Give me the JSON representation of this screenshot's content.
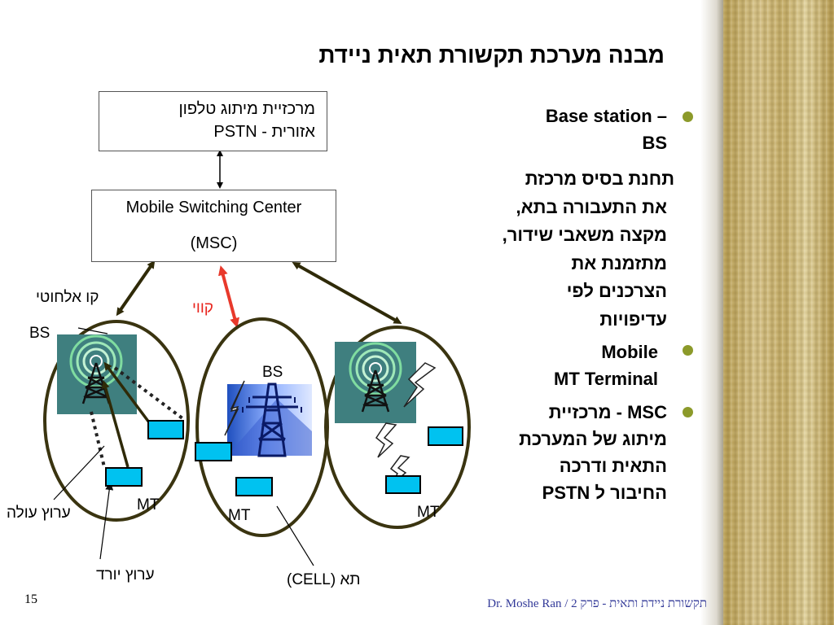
{
  "title": "מבנה מערכת תקשורת תאית ניידת",
  "pstn_box": {
    "line1": "מרכזיית מיתוג טלפון",
    "line2": "אזורית - PSTN"
  },
  "msc_box": {
    "line1": "Mobile Switching Center",
    "line2": "(MSC)"
  },
  "diagram_labels": {
    "wireless_link": "קו אלחוטי",
    "wired": "קווי",
    "bs_left": "BS",
    "bs_middle": "BS",
    "mt_left": "MT",
    "mt_middle": "MT",
    "mt_right": "MT",
    "uplink": "ערוץ עולה",
    "downlink": "ערוץ יורד",
    "cell": "תא (CELL)"
  },
  "bullets": [
    {
      "lines": [
        "Base station –",
        "BS"
      ],
      "sub_lines": [
        "תחנת בסיס מרכזת",
        "את התעבורה בתא,",
        "מקצה משאבי שידור,",
        "מתזמנת את",
        "הצרכנים לפי",
        "עדיפויות"
      ]
    },
    {
      "lines": [
        "Mobile",
        "MT Terminal"
      ]
    },
    {
      "lines": [
        "MSC - מרכזיית",
        "מיתוג של המערכת",
        "התאית ודרכה",
        "החיבור ל PSTN"
      ]
    }
  ],
  "colors": {
    "bullet": "#8c9a2a",
    "cell_outline": "#3a3410",
    "arrow_dark": "#2f2a08",
    "wired_arrow": "#e8392b",
    "wired_label": "#e8231c",
    "mt_fill": "#00c2f0",
    "bs_tile": "#3f7f7f",
    "footer_text": "#333a99"
  },
  "footer": {
    "page_number": "15",
    "text": "Dr. Moshe Ran / תקשורת ניידת ותאית  -  פרק 2"
  },
  "icons": [
    "antenna-tower-icon",
    "power-pylon-icon",
    "lightning-signal-icon"
  ]
}
